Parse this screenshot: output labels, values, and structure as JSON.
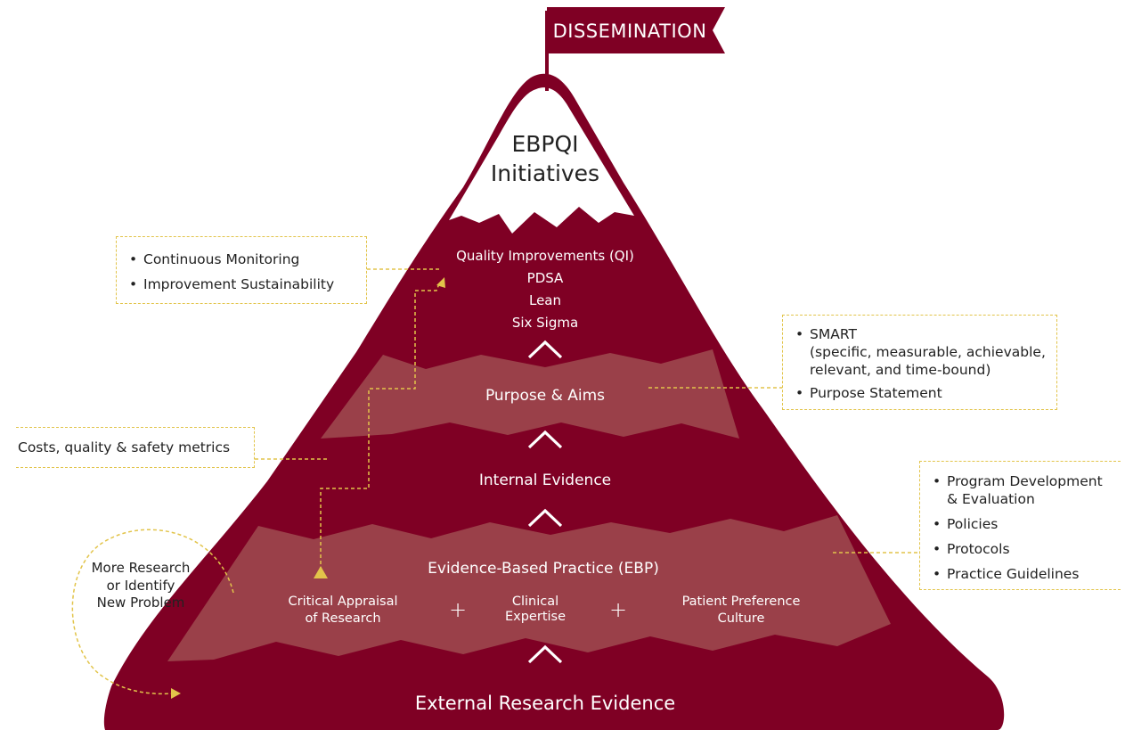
{
  "flag": {
    "label": "DISSEMINATION"
  },
  "peak": {
    "line1": "EBPQI",
    "line2": "Initiatives"
  },
  "qi": {
    "title": "Quality Improvements (QI)",
    "items": [
      "PDSA",
      "Lean",
      "Six Sigma"
    ]
  },
  "purpose": {
    "label": "Purpose & Aims"
  },
  "internal": {
    "label": "Internal Evidence"
  },
  "ebp": {
    "title": "Evidence-Based Practice (EBP)",
    "col1": [
      "Critical Appraisal",
      "of Research"
    ],
    "col2": [
      "Clinical",
      "Expertise"
    ],
    "col3": [
      "Patient Preference",
      "Culture"
    ],
    "plus": "+"
  },
  "external": {
    "label": "External Research Evidence"
  },
  "callouts": {
    "monitoring": [
      "Continuous Monitoring",
      "Improvement Sustainability"
    ],
    "smart": {
      "title": "SMART",
      "detail_1": "(specific, measurable, achievable,",
      "detail_2": "relevant, and time-bound)",
      "purpose_statement": "Purpose Statement"
    },
    "metrics": "Costs, quality & safety metrics",
    "program": {
      "line1": "Program Development",
      "line2": "& Evaluation",
      "items": [
        "Policies",
        "Protocols",
        "Practice Guidelines"
      ]
    },
    "more_research": [
      "More Research",
      "or Identify",
      "New Problem"
    ]
  },
  "colors": {
    "mountain": "#7f0024",
    "band": "#9a4049",
    "snow": "#ffffff",
    "dashed": "#e2c44a",
    "text_dark": "#222222"
  }
}
